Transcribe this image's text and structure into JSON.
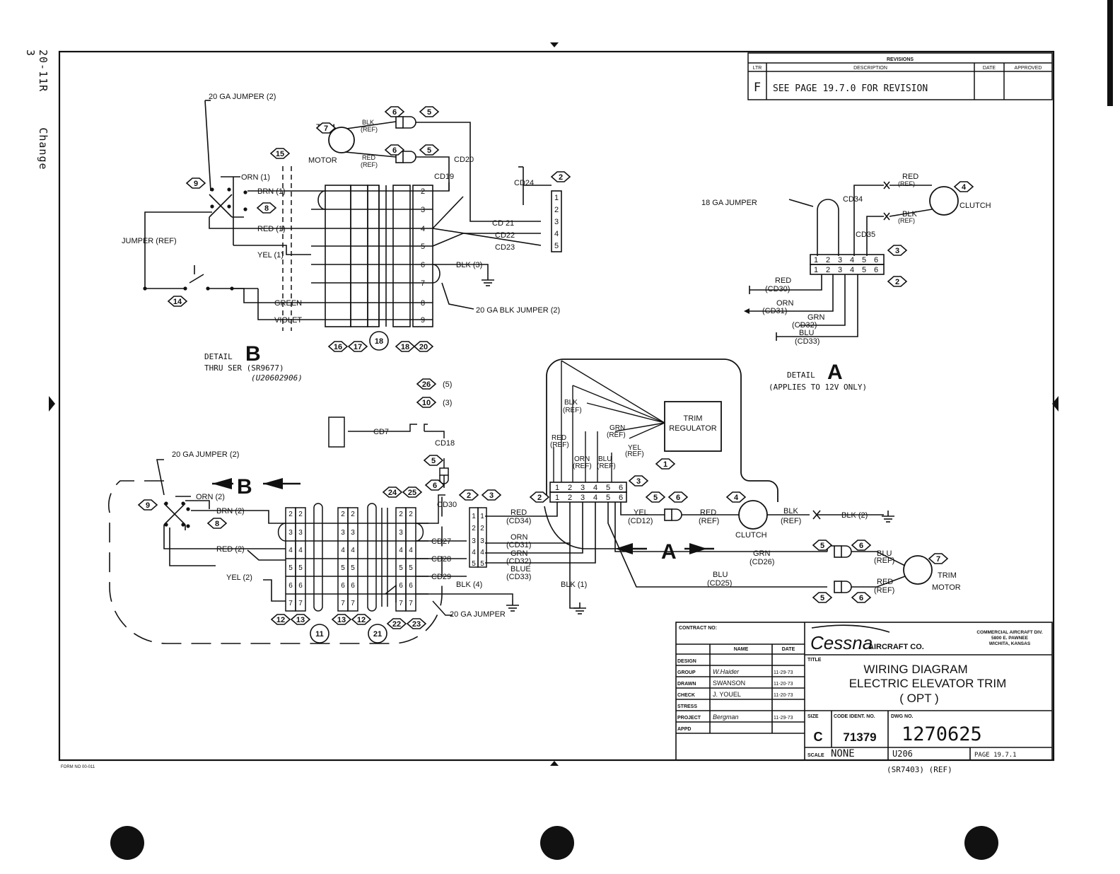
{
  "page": {
    "side_ref": "20-11R",
    "side_change": "Change 3",
    "form_no": "FORM NO 00-011"
  },
  "revisions": {
    "header": "REVISIONS",
    "col_ltr": "LTR",
    "col_desc": "DESCRIPTION",
    "col_date": "DATE",
    "col_appr": "APPROVED",
    "ltr": "F",
    "desc": "SEE PAGE 19.7.0 FOR REVISION"
  },
  "detailB": {
    "jumper_top": "20 GA JUMPER (2)",
    "jumper_ref": "JUMPER (REF)",
    "wires": [
      "ORN (1)",
      "BRN (1)",
      "RED (1)",
      "YEL (1)",
      "GREEN",
      "VIOLET"
    ],
    "pins": [
      "2",
      "3",
      "4",
      "5",
      "6",
      "7",
      "8",
      "9"
    ],
    "blk3": "BLK (3)",
    "blk_jumper": "20 GA BLK JUMPER (2)",
    "cd19": "CD19",
    "cd20": "CD20",
    "cd24": "CD24",
    "cd21": "CD 21",
    "cd22": "CD22",
    "cd23": "CD23",
    "conn_pins": [
      "1",
      "2",
      "3",
      "4",
      "5"
    ],
    "trim_motor": [
      "TRIM",
      "MOTOR"
    ],
    "blk_ref": [
      "BLK",
      "(REF)"
    ],
    "red_ref": [
      "RED",
      "(REF)"
    ],
    "caption_word": "DETAIL",
    "caption_letter": "B",
    "caption_l2": "THRU SER (SR9677)",
    "caption_l3": "(U20602906)",
    "callouts": [
      "7",
      "6",
      "5",
      "6",
      "5",
      "2",
      "15",
      "9",
      "8",
      "14",
      "16",
      "17",
      "18",
      "18",
      "20"
    ]
  },
  "detailA": {
    "jumper": "18 GA JUMPER",
    "cd34": "CD34",
    "cd35": "CD35",
    "red_ref": [
      "RED",
      "(REF)"
    ],
    "blk_ref": [
      "BLK",
      "(REF)"
    ],
    "clutch": "CLUTCH",
    "pins": [
      "1",
      "2",
      "3",
      "4",
      "5",
      "6"
    ],
    "wires": [
      [
        "RED",
        "(CD30)"
      ],
      [
        "ORN",
        "(CD31)"
      ],
      [
        "GRN",
        "(CD32)"
      ],
      [
        "BLU",
        "(CD33)"
      ]
    ],
    "caption_word": "DETAIL",
    "caption_letter": "A",
    "caption_l2": "(APPLIES TO 12V ONLY)",
    "callouts": [
      "4",
      "3",
      "2"
    ]
  },
  "main": {
    "trim_regulator": [
      "TRIM",
      "REGULATOR"
    ],
    "reg_wires": [
      [
        "BLK",
        "(REF)"
      ],
      [
        "GRN",
        "(REF)"
      ],
      [
        "RED",
        "(REF)"
      ],
      [
        "ORN",
        "(REF)"
      ],
      [
        "BLU",
        "(REF)"
      ],
      [
        "YEL",
        "(REF)"
      ]
    ],
    "jumper_left": "20 GA JUMPER (2)",
    "jumper_bottom": "20 GA JUMPER",
    "cd7": "CD7",
    "cd18": "CD18",
    "cd30": "CD30",
    "callout_26": "(5)",
    "callout_10": "(3)",
    "wires_left": [
      "ORN (2)",
      "BRN (2)",
      "RED (2)",
      "YEL (2)"
    ],
    "cd_wires": [
      "CD27",
      "CD28",
      "CD29"
    ],
    "mid_wires": [
      [
        "RED",
        "(CD34)"
      ],
      [
        "ORN",
        "(CD31)"
      ],
      [
        "GRN",
        "(CD32)"
      ],
      [
        "BLUE",
        "(CD33)"
      ]
    ],
    "blk4": "BLK (4)",
    "blk1": "BLK (1)",
    "yel_cd12": [
      "YEL",
      "(CD12)"
    ],
    "red_ref": [
      "RED",
      "(REF)"
    ],
    "clutch": "CLUTCH",
    "blk_ref": [
      "BLK",
      "(REF)"
    ],
    "blk2": "BLK (2)",
    "grn_cd26": [
      "GRN",
      "(CD26)"
    ],
    "blu_cd25": [
      "BLU",
      "(CD25)"
    ],
    "motor_blu": [
      "BLU",
      "(REF)"
    ],
    "motor_red": [
      "RED",
      "(REF)"
    ],
    "trim_motor": [
      "TRIM",
      "MOTOR"
    ],
    "arrow_b": "B",
    "arrow_a": "A",
    "pins6": [
      "1",
      "2",
      "3",
      "4",
      "5",
      "6"
    ]
  },
  "title_block": {
    "contract": "CONTRACT NO:",
    "col_name": "NAME",
    "col_date": "DATE",
    "rows": [
      {
        "role": "DESIGN",
        "name": "",
        "date": ""
      },
      {
        "role": "GROUP",
        "name": "W.Haider",
        "date": "11-29-73"
      },
      {
        "role": "DRAWN",
        "name": "SWANSON",
        "date": "11-20-73"
      },
      {
        "role": "CHECK",
        "name": "J. YOUEL",
        "date": "11-20-73"
      },
      {
        "role": "STRESS",
        "name": "",
        "date": ""
      },
      {
        "role": "PROJECT",
        "name": "Bergman",
        "date": "11-29-73"
      },
      {
        "role": "APPD",
        "name": "",
        "date": ""
      }
    ],
    "company": "Cessna",
    "company_suffix": "AIRCRAFT CO.",
    "division": [
      "COMMERCIAL AIRCRAFT DIV.",
      "5800 E. PAWNEE",
      "WICHITA, KANSAS"
    ],
    "title_label": "TITLE",
    "title_lines": [
      "WIRING  DIAGRAM",
      "ELECTRIC  ELEVATOR  TRIM",
      "( OPT )"
    ],
    "size_label": "SIZE",
    "size": "C",
    "code_label": "CODE IDENT. NO.",
    "code": "71379",
    "dwg_label": "DWG NO.",
    "dwg": "1270625",
    "scale_label": "SCALE",
    "scale": "NONE",
    "model": "U206",
    "page": "PAGE 19.7.1",
    "footnote": "(SR7403) (REF)"
  }
}
